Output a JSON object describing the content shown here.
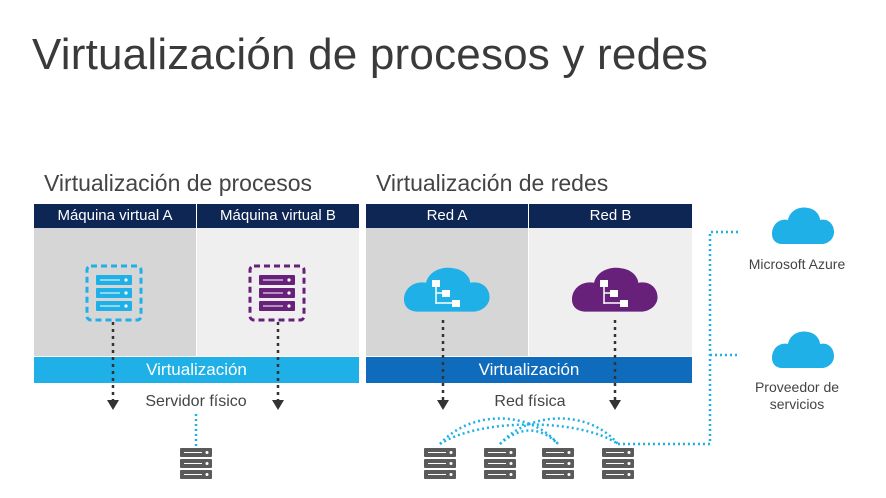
{
  "title": "Virtualización de procesos y redes",
  "left": {
    "section_title": "Virtualización de procesos",
    "headers": [
      "Máquina virtual A",
      "Máquina virtual B"
    ],
    "bar_label": "Virtualización",
    "bottom_label": "Servidor físico"
  },
  "right": {
    "section_title": "Virtualización de redes",
    "headers": [
      "Red A",
      "Red B"
    ],
    "bar_label": "Virtualización",
    "bottom_label": "Red física"
  },
  "services": {
    "azure_label": "Microsoft Azure",
    "provider_line1": "Proveedor de",
    "provider_line2": "servicios"
  },
  "colors": {
    "navy": "#0e2654",
    "cyan": "#1eb0e6",
    "blue": "#0f6cbd",
    "purple": "#68217a",
    "panel_dark": "#d6d6d6",
    "panel_light": "#efefef",
    "server_gray": "#5a5a5a"
  },
  "icons": [
    "server-icon",
    "cloud-network-icon",
    "cloud-icon",
    "arrow-down-icon"
  ]
}
